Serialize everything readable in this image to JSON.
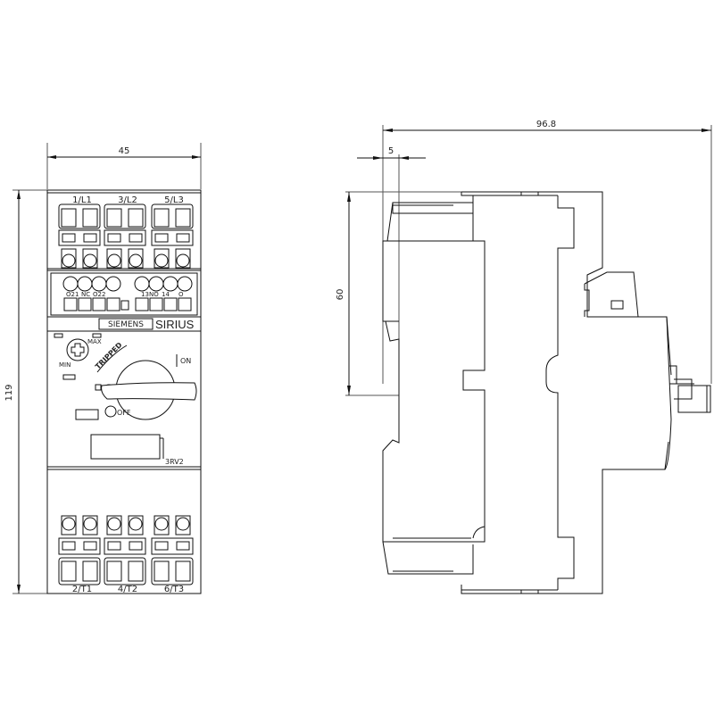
{
  "dimensions": {
    "front_width": "45",
    "front_height": "119",
    "side_depth": "96.8",
    "side_offset": "5",
    "side_rail_height": "60"
  },
  "front_view": {
    "top_terminals": [
      "1/L1",
      "3/L2",
      "5/L3"
    ],
    "aux_labels": [
      "O21",
      "NC",
      "O22",
      "13",
      "NO",
      "14",
      "O"
    ],
    "brand": "SIEMENS",
    "product_line": "SIRIUS",
    "dial_max": "MAX",
    "dial_min": "MIN",
    "tripped": "TRIPPED",
    "on": "ON",
    "off": "OFF",
    "model": "3RV2",
    "bottom_terminals": [
      "2/T1",
      "4/T2",
      "6/T3"
    ]
  }
}
